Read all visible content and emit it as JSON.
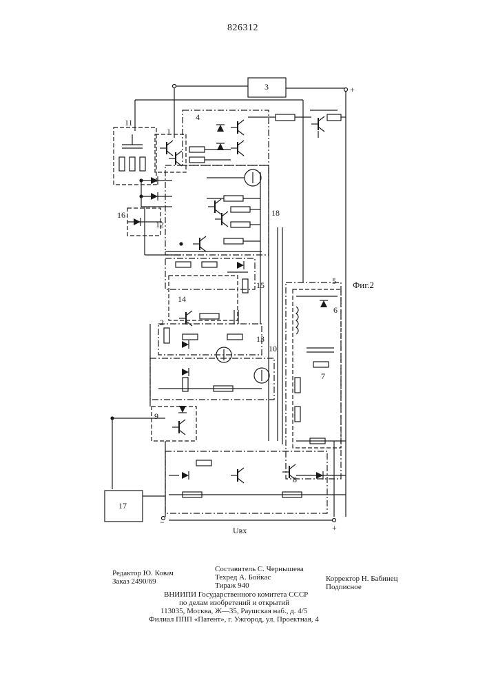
{
  "header": {
    "patent_number": "826312"
  },
  "figure": {
    "caption": "Фиг.2",
    "input_label": "Uвх",
    "terminal_plus": "+",
    "terminal_minus": "−",
    "labels": {
      "b1": "1",
      "b2": "2",
      "b3": "3",
      "b4": "4",
      "b5": "5",
      "b6": "6",
      "b7": "7",
      "b8": "8",
      "b9": "9",
      "b10": "10",
      "b11": "11",
      "b12": "12",
      "b13": "13",
      "b14": "14",
      "b15": "15",
      "b16": "16",
      "b17": "17",
      "b18": "18"
    }
  },
  "footer": {
    "editor": "Редактор Ю. Ковач",
    "order": "Заказ 2490/69",
    "compiler": "Составитель С. Чернышева",
    "techred": "Техред А. Бойкас",
    "circulation": "Тираж 940",
    "corrector": "Корректор Н. Бабинец",
    "subscription": "Подписное",
    "institute_line1": "ВНИИПИ Государственного комитета СССР",
    "institute_line2": "по делам изобретений и открытий",
    "address": "113035, Москва, Ж—35, Раушская наб., д. 4/5",
    "branch": "Филиал ППП «Патент», г. Ужгород, ул. Проектная, 4"
  }
}
